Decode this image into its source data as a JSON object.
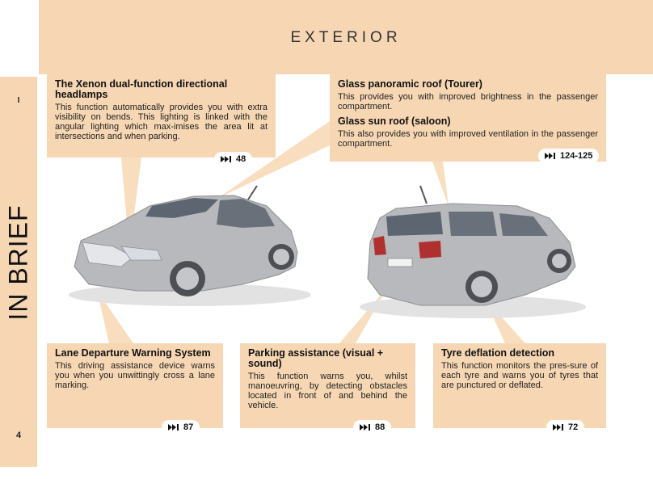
{
  "header": {
    "title": "EXTERIOR"
  },
  "side_tab": {
    "roman": "I",
    "label": "IN BRIEF",
    "page_number": "4"
  },
  "boxes": {
    "xenon": {
      "title": "The Xenon dual-function directional headlamps",
      "text": "This function automatically provides you with extra visibility on bends. This lighting is linked with the angular lighting which max-imises the area lit at intersections and when parking.",
      "ref": "48"
    },
    "roof": {
      "title1": "Glass panoramic roof (Tourer)",
      "text1": "This provides you with improved brightness in the passenger compartment.",
      "title2": "Glass sun roof (saloon)",
      "text2": "This also provides you with improved ventilation in the passenger compartment.",
      "ref": "124-125"
    },
    "lane": {
      "title": "Lane Departure Warning System",
      "text": "This driving assistance device warns you when you unwittingly cross a lane marking.",
      "ref": "87"
    },
    "park": {
      "title": "Parking assistance (visual + sound)",
      "text": "This function warns you, whilst manoeuvring, by detecting obstacles located in front of and behind the vehicle.",
      "ref": "88"
    },
    "tyre": {
      "title": "Tyre deflation detection",
      "text": "This function monitors the pres-sure of each tyre and warns you of tyres that are punctured or deflated.",
      "ref": "72"
    }
  },
  "icons": {
    "ref_icon": "skip-forward-icon"
  },
  "colors": {
    "panel": "#f7d7b3",
    "car": "#b8b9bd",
    "line": "#f0c89a"
  }
}
